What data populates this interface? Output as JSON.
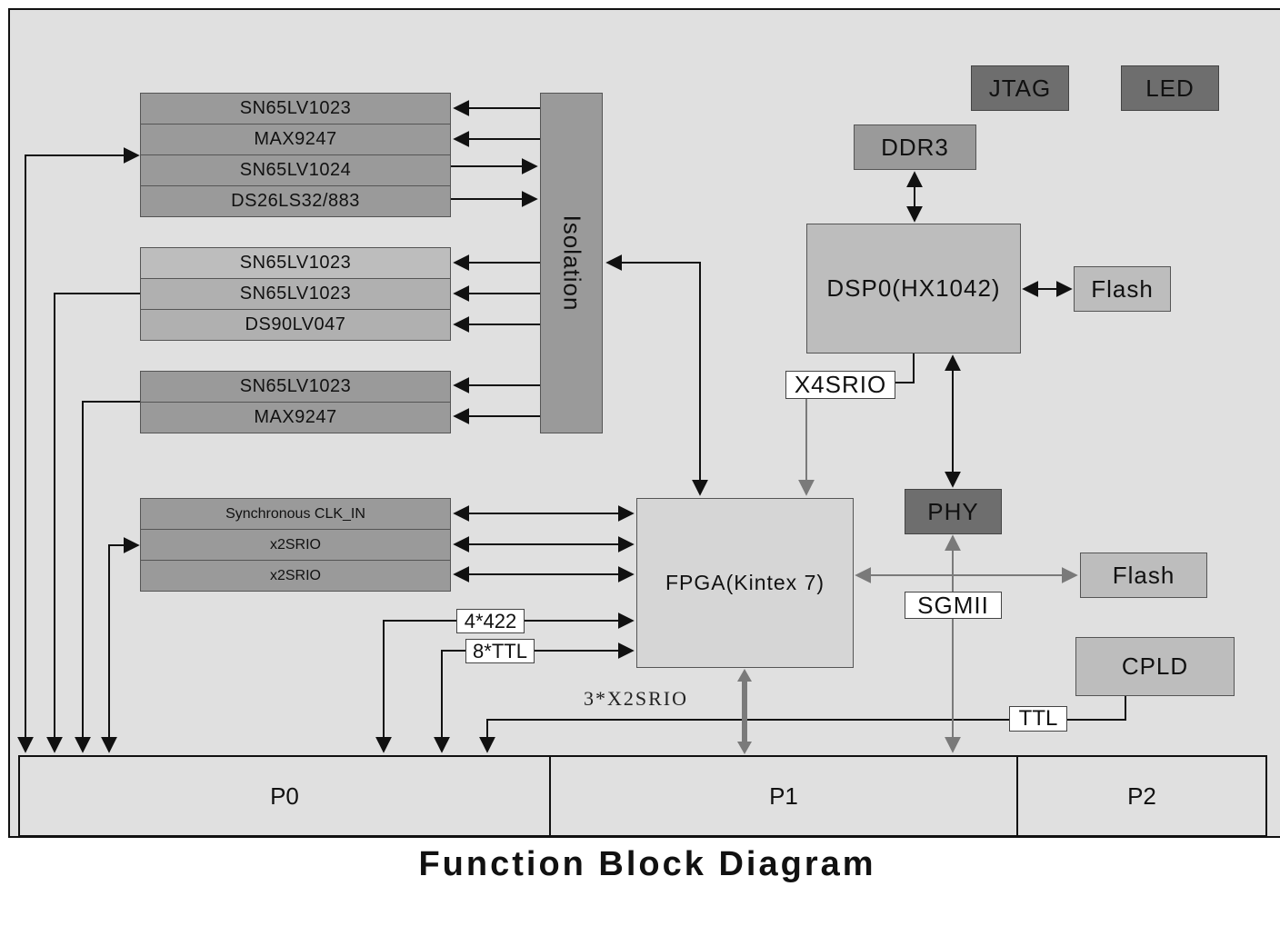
{
  "caption": "Function Block Diagram",
  "colors": {
    "background": "#e0e0e0",
    "block_dark": "#9a9a9a",
    "block_darkest": "#6e6e6e",
    "block_light": "#bdbdbd",
    "line": "#111111",
    "gray_line": "#7a7a7a"
  },
  "blocks": {
    "interface_group_1": [
      "SN65LV1023",
      "MAX9247",
      "SN65LV1024",
      "DS26LS32/883"
    ],
    "interface_group_2": [
      "SN65LV1023",
      "SN65LV1023",
      "DS90LV047"
    ],
    "interface_group_3": [
      "SN65LV1023",
      "MAX9247"
    ],
    "interface_group_4": [
      "Synchronous CLK_IN",
      "x2SRIO",
      "x2SRIO"
    ],
    "isolation": "Isolation",
    "fpga": "FPGA(Kintex 7)",
    "dsp": "DSP0(HX1042)",
    "ddr3": "DDR3",
    "flash_dsp": "Flash",
    "flash_fpga": "Flash",
    "phy": "PHY",
    "cpld": "CPLD",
    "jtag": "JTAG",
    "led": "LED"
  },
  "labels": {
    "x4srio": "X4SRIO",
    "sgmii": "SGMII",
    "rs422": "4*422",
    "ttl8": "8*TTL",
    "ttl": "TTL",
    "x2srio3": "3*X2SRIO"
  },
  "ports": [
    "P0",
    "P1",
    "P2"
  ]
}
